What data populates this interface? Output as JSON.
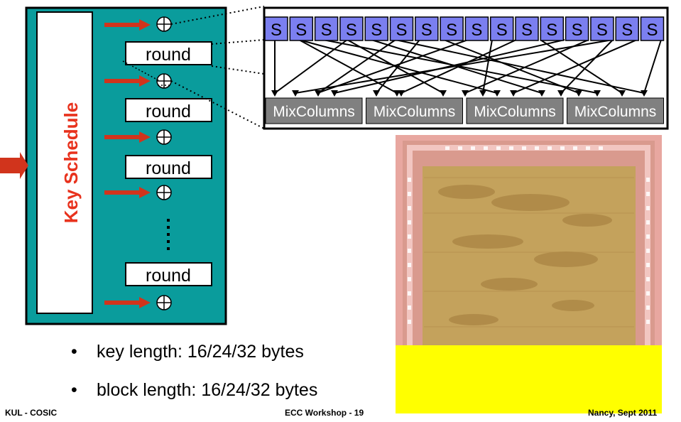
{
  "key_schedule": {
    "label": "Key Schedule"
  },
  "rounds": [
    {
      "label": "round"
    },
    {
      "label": "round"
    },
    {
      "label": "round"
    },
    {
      "label": "round"
    }
  ],
  "ellipsis": "⋮",
  "sboxes": [
    "S",
    "S",
    "S",
    "S",
    "S",
    "S",
    "S",
    "S",
    "S",
    "S",
    "S",
    "S",
    "S",
    "S",
    "S",
    "S"
  ],
  "mixcolumns": [
    "MixColumns",
    "MixColumns",
    "MixColumns",
    "MixColumns"
  ],
  "bullets": [
    "key length: 16/24/32 bytes",
    "block length: 16/24/32 bytes"
  ],
  "footer": {
    "left": "KUL - COSIC",
    "center": "ECC Workshop - 19",
    "right": "Nancy, Sept 2011"
  },
  "colors": {
    "teal": "#0a9c9c",
    "arrow_red": "#d1341c",
    "key_schedule_text": "#e8321d",
    "sbox_fill": "#7b7ff0",
    "mixcolumns_fill": "#808080",
    "chip_yellow": "#ffff00"
  }
}
